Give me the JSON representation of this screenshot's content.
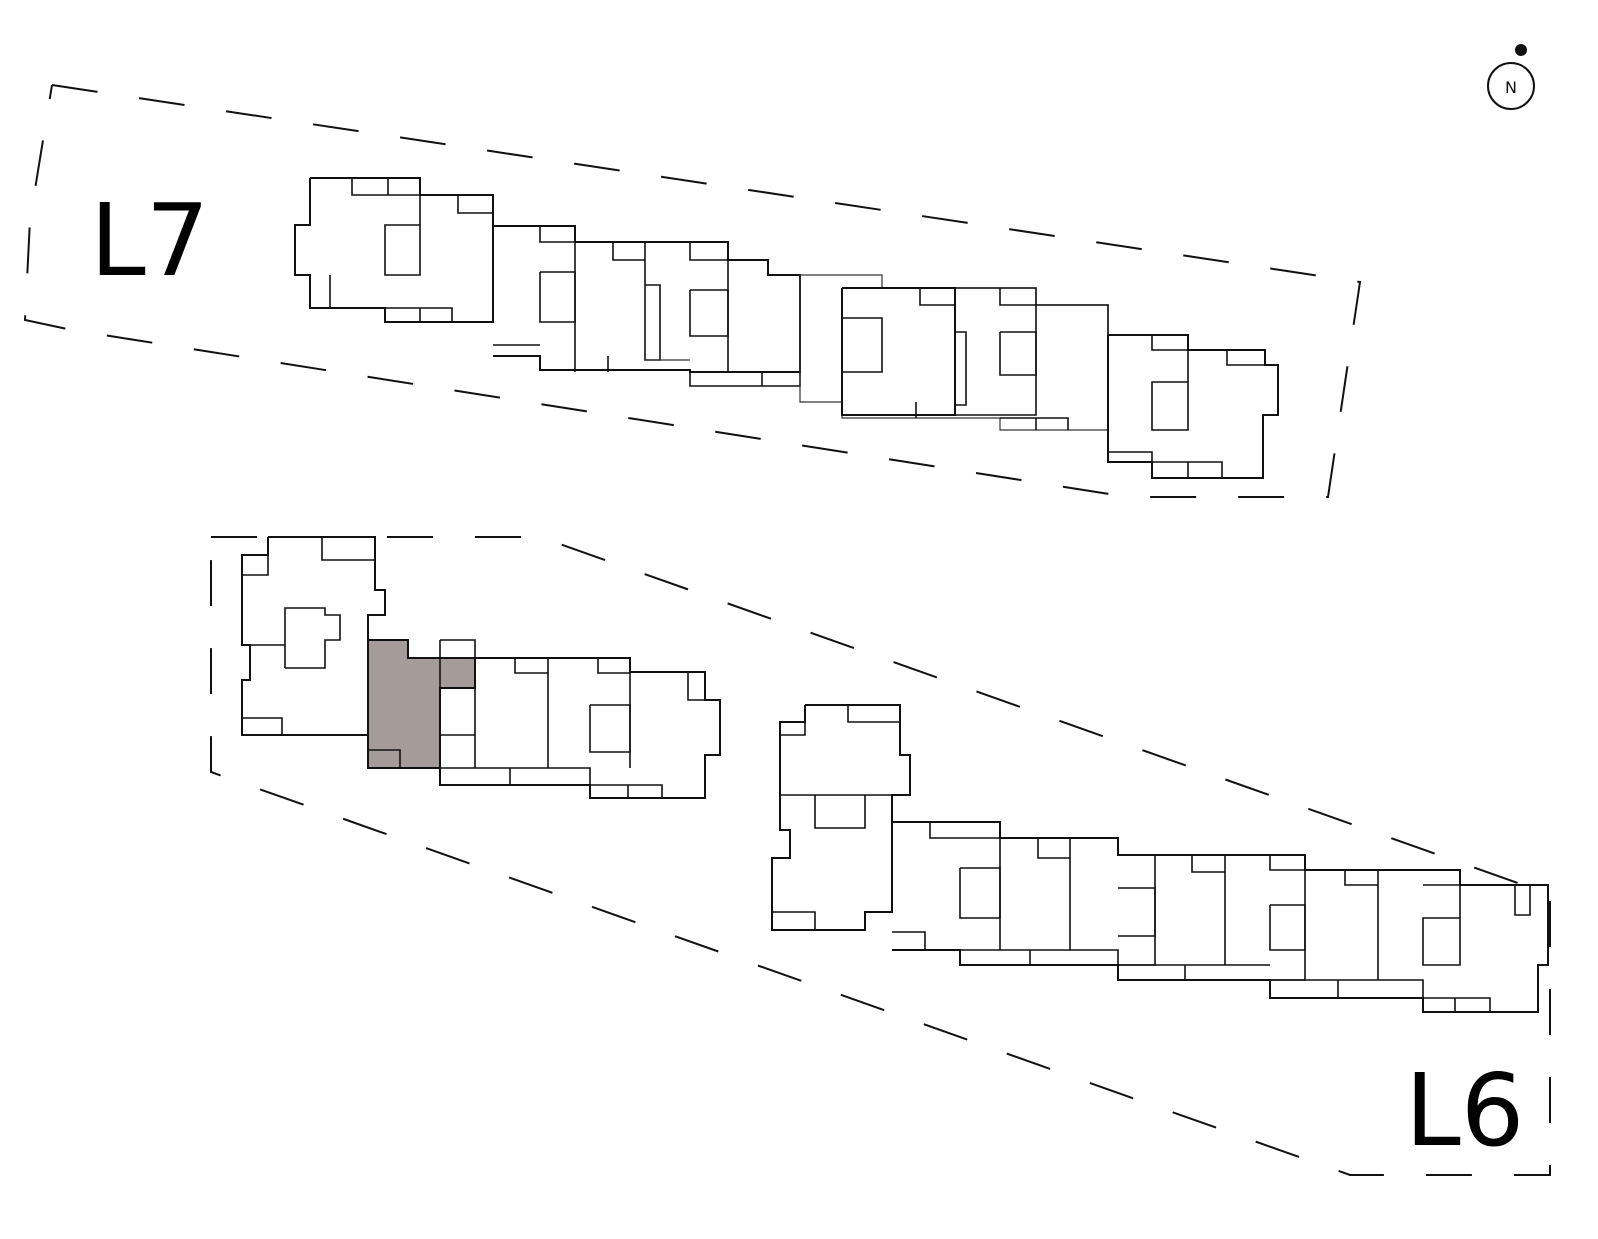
{
  "compass": {
    "icon": "north-arrow-icon",
    "letter": "N"
  },
  "zones": [
    {
      "id": "l7",
      "label": "L7"
    },
    {
      "id": "l6",
      "label": "L6"
    }
  ],
  "selected_unit": {
    "zone": "L6",
    "fill": "#a59c9a"
  },
  "colors": {
    "line": "#111111",
    "background": "#ffffff",
    "selected": "#a59c9a"
  }
}
